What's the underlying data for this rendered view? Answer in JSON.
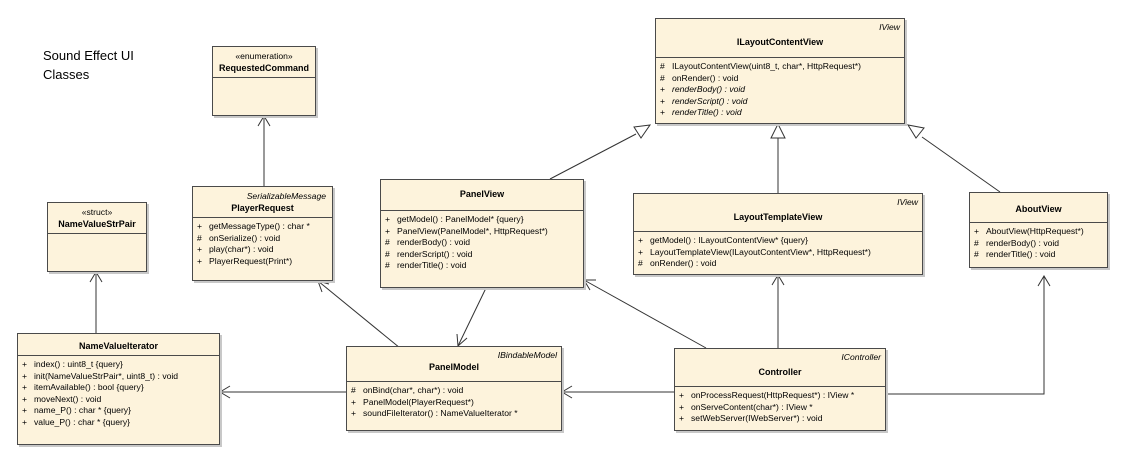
{
  "diagram_title": [
    "Sound Effect UI",
    "Classes"
  ],
  "classes": {
    "requested_command": {
      "stereotype": "«enumeration»",
      "name": "RequestedCommand",
      "operations": []
    },
    "name_value_str_pair": {
      "stereotype": "«struct»",
      "name": "NameValueStrPair",
      "operations": []
    },
    "player_request": {
      "superclass": "SerializableMessage",
      "name": "PlayerRequest",
      "operations": [
        {
          "vis": "+",
          "text": "getMessageType() : char *"
        },
        {
          "vis": "#",
          "text": "onSerialize() : void"
        },
        {
          "vis": "+",
          "text": "play(char*) : void"
        },
        {
          "vis": "+",
          "text": "PlayerRequest(Print*)"
        }
      ]
    },
    "name_value_iterator": {
      "name": "NameValueIterator",
      "operations": [
        {
          "vis": "+",
          "text": "index() : uint8_t {query}"
        },
        {
          "vis": "+",
          "text": "init(NameValueStrPair*, uint8_t) : void"
        },
        {
          "vis": "+",
          "text": "itemAvailable() : bool {query}"
        },
        {
          "vis": "+",
          "text": "moveNext() : void"
        },
        {
          "vis": "+",
          "text": "name_P() : char * {query}"
        },
        {
          "vis": "+",
          "text": "value_P() : char * {query}"
        }
      ]
    },
    "panel_view": {
      "name": "PanelView",
      "operations": [
        {
          "vis": "+",
          "text": "getModel() : PanelModel* {query}"
        },
        {
          "vis": "+",
          "text": "PanelView(PanelModel*, HttpRequest*)"
        },
        {
          "vis": "#",
          "text": "renderBody() : void"
        },
        {
          "vis": "#",
          "text": "renderScript() : void"
        },
        {
          "vis": "#",
          "text": "renderTitle() : void"
        }
      ]
    },
    "panel_model": {
      "interface": "IBindableModel",
      "name": "PanelModel",
      "operations": [
        {
          "vis": "#",
          "text": "onBind(char*, char*) : void"
        },
        {
          "vis": "+",
          "text": "PanelModel(PlayerRequest*)"
        },
        {
          "vis": "+",
          "text": "soundFileIterator() : NameValueIterator *"
        }
      ]
    },
    "ilayout_content_view": {
      "interface": "IView",
      "name": "ILayoutContentView",
      "operations": [
        {
          "vis": "#",
          "text": "ILayoutContentView(uint8_t, char*, HttpRequest*)"
        },
        {
          "vis": "#",
          "text": "onRender() : void"
        },
        {
          "vis": "+",
          "text": "renderBody() : void",
          "italic": true
        },
        {
          "vis": "+",
          "text": "renderScript() : void",
          "italic": true
        },
        {
          "vis": "+",
          "text": "renderTitle() : void",
          "italic": true
        }
      ]
    },
    "layout_template_view": {
      "interface": "IView",
      "name": "LayoutTemplateView",
      "operations": [
        {
          "vis": "+",
          "text": "getModel() : ILayoutContentView* {query}"
        },
        {
          "vis": "+",
          "text": "LayoutTemplateView(ILayoutContentView*, HttpRequest*)"
        },
        {
          "vis": "#",
          "text": "onRender() : void"
        }
      ]
    },
    "about_view": {
      "name": "AboutView",
      "operations": [
        {
          "vis": "+",
          "text": "AboutView(HttpRequest*)"
        },
        {
          "vis": "#",
          "text": "renderBody() : void"
        },
        {
          "vis": "#",
          "text": "renderTitle() : void"
        }
      ]
    },
    "controller": {
      "interface": "IController",
      "name": "Controller",
      "operations": [
        {
          "vis": "+",
          "text": "onProcessRequest(HttpRequest*) : IView *"
        },
        {
          "vis": "+",
          "text": "onServeContent(char*) : IView *"
        },
        {
          "vis": "+",
          "text": "setWebServer(IWebServer*) : void"
        }
      ]
    }
  }
}
